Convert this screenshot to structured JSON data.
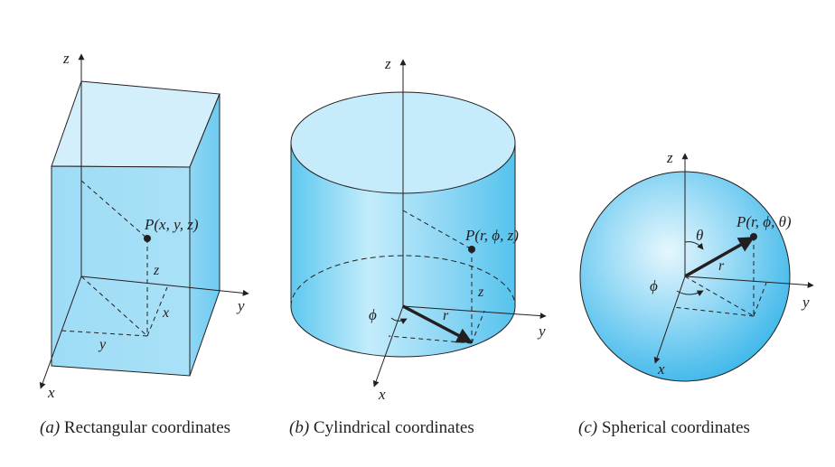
{
  "panel_a": {
    "axis_z": "z",
    "axis_y": "y",
    "axis_x": "x",
    "point_label": "P(x, y, z)",
    "seg_z": "z",
    "seg_x": "x",
    "seg_y": "y",
    "caption_letter": "(a)",
    "caption_text": " Rectangular coordinates"
  },
  "panel_b": {
    "axis_z": "z",
    "axis_y": "y",
    "axis_x": "x",
    "point_label": "P(r, ϕ, z)",
    "seg_z": "z",
    "seg_r": "r",
    "angle_phi": "ϕ",
    "caption_letter": "(b)",
    "caption_text": " Cylindrical coordinates"
  },
  "panel_c": {
    "axis_z": "z",
    "axis_y": "y",
    "axis_x": "x",
    "point_label": "P(r, ϕ, θ)",
    "seg_r": "r",
    "angle_theta": "θ",
    "angle_phi": "ϕ",
    "caption_letter": "(c)",
    "caption_text": " Spherical coordinates"
  },
  "colors": {
    "solid_light": "#cfeefb",
    "solid_mid": "#8fd5f3",
    "solid_dark": "#4cc0ec",
    "ink": "#231f20"
  }
}
